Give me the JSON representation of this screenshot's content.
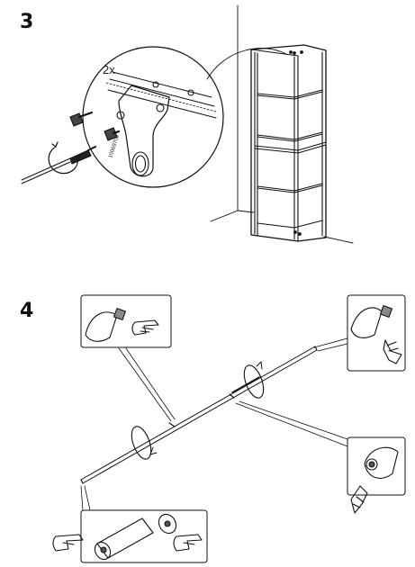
{
  "steps": [
    {
      "number": "3",
      "quantity": "2x",
      "part_number": "10069708"
    },
    {
      "number": "4"
    }
  ],
  "colors": {
    "ink": "#111111",
    "background": "#ffffff"
  }
}
